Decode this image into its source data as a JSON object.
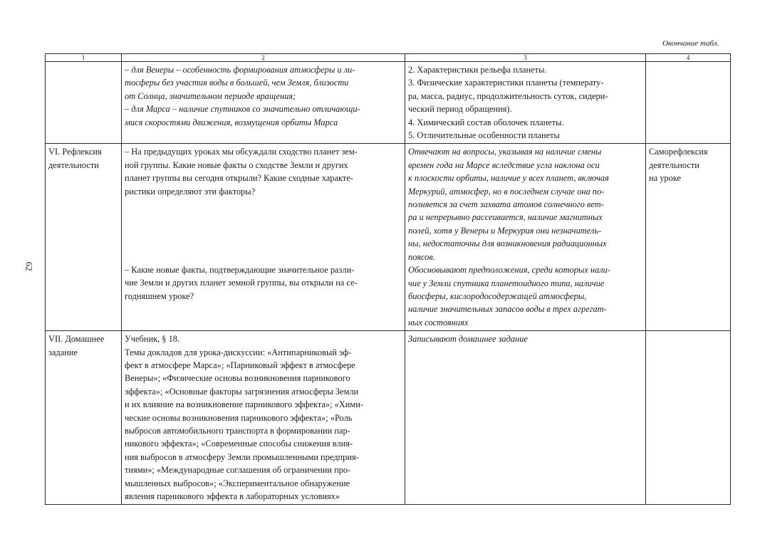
{
  "caption": "Окончание табл.",
  "page_number": "62",
  "header": [
    "1",
    "2",
    "3",
    "4"
  ],
  "rows": [
    {
      "col1": "",
      "col2_lines": [
        "– для Венеры – особенность формирования атмосферы и ли-",
        "тосферы без участия воды в большей, чем Земля, близости",
        "от Солнца, значительном периоде вращения;",
        "– для Марса – наличие спутников со значительно отличающи-",
        "мися скоростями движения, возмущения орбиты Марса"
      ],
      "col3_lines": [
        "2. Характеристики рельефа планеты.",
        "3. Физические характеристики планеты (температу-",
        "ра, масса, радиус, продолжительность суток, сидери-",
        "ческий период обращения).",
        "4. Химический состав оболочек планеты.",
        "5. Отличительные особенности планеты"
      ],
      "col4": ""
    },
    {
      "col1_lines": [
        "VI. Рефлексия",
        "деятельности"
      ],
      "col2a_lines": [
        "– На предыдущих уроках мы обсуждали сходство планет зем-",
        "ной группы. Какие новые факты о сходстве Земли и других",
        "планет группы вы сегодня открыли? Какие сходные характе-",
        "ристики определяют эти факторы?"
      ],
      "col2b_lines": [
        "– Какие новые факты, подтверждающие значительное разли-",
        "чие Земли и других планет земной группы, вы открыли на се-",
        "годняшнем уроке?"
      ],
      "col3_lines": [
        "Отвечают на вопросы, указывая на наличие смены",
        "времен года на Марсе вследствие угла наклона оси",
        "к плоскости орбиты, наличие у всех планет, включая",
        "Меркурий, атмосфер, но в последнем случае она по-",
        "полняется за счет захвата атомов солнечного вет-",
        "ра и непрерывно рассеивается, наличие магнитных",
        "полей, хотя у Венеры и Меркурия они незначитель-",
        "ны, недостаточны для возникновения радиационных",
        "поясов.",
        "Обосновывают предположения, среди которых нали-",
        "чие у Земли спутника планетоидного типа, наличие",
        "биосферы, кислородосодержащей атмосферы,",
        "наличие значительных запасов воды в трех агрегат-",
        "ных состояниях"
      ],
      "col4_lines": [
        "Саморефлексия",
        "деятельности",
        "на уроке"
      ]
    },
    {
      "col1_lines": [
        "VII. Домашнее",
        "задание"
      ],
      "col2_lines": [
        "Учебник, § 18.",
        "Темы докладов для урока-дискуссии: «Антипарниковый эф-",
        "фект в атмосфере Марса»; «Парниковый эффект в атмосфере",
        "Венеры»; «Физические основы возникновения парникового",
        "эффекта»; «Основные факторы загрязнения атмосферы Земли",
        "и их влияние на возникновение парникового эффекта»; «Хими-",
        "ческие основы возникновения парникового эффекта»; «Роль",
        "выбросов автомобильного транспорта в формировании пар-",
        "никового эффекта»; «Современные способы снижения влия-",
        "ния выбросов в атмосферу Земли промышленными предприя-",
        "тиями»; «Международные соглашения об ограничении про-",
        "мышленных выбросов»; «Экспериментальное обнаружение",
        "явления парникового эффекта в лабораторных условиях»"
      ],
      "col3_lines": [
        "Записывают домашнее задание"
      ],
      "col4": ""
    }
  ]
}
